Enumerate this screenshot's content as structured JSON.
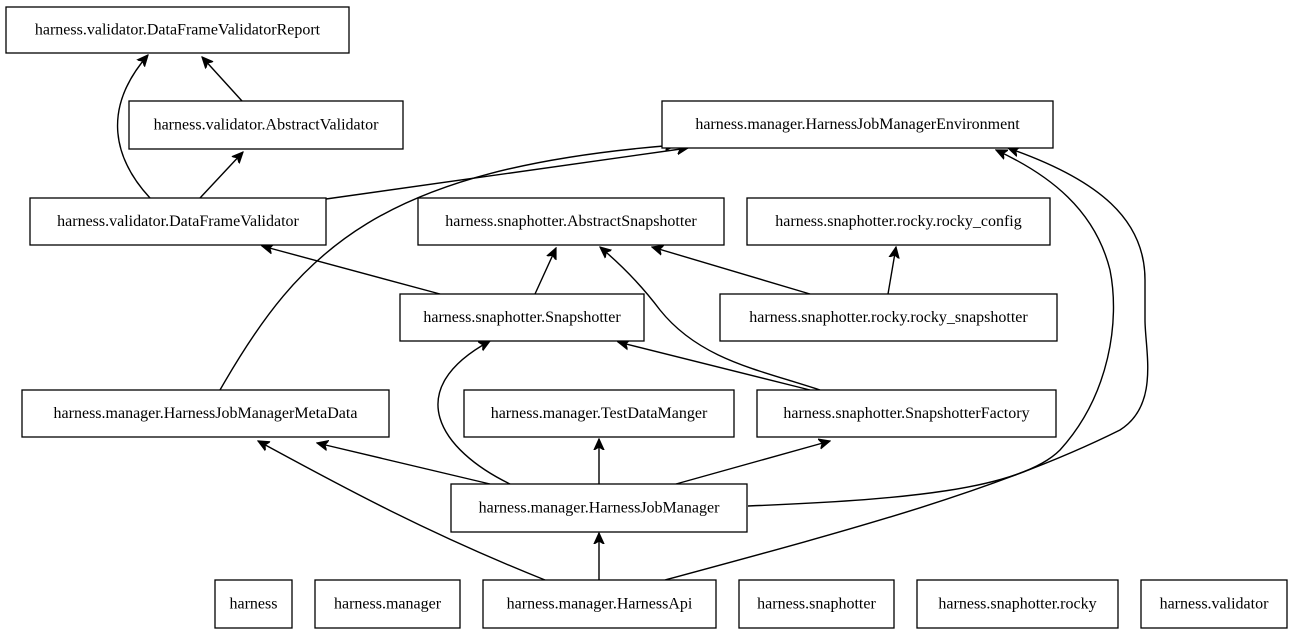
{
  "diagram": {
    "nodes": [
      {
        "id": "dfvr",
        "label": "harness.validator.DataFrameValidatorReport"
      },
      {
        "id": "av",
        "label": "harness.validator.AbstractValidator"
      },
      {
        "id": "hjme",
        "label": "harness.manager.HarnessJobManagerEnvironment"
      },
      {
        "id": "dfv",
        "label": "harness.validator.DataFrameValidator"
      },
      {
        "id": "as",
        "label": "harness.snaphotter.AbstractSnapshotter"
      },
      {
        "id": "rc",
        "label": "harness.snaphotter.rocky.rocky_config"
      },
      {
        "id": "snap",
        "label": "harness.snaphotter.Snapshotter"
      },
      {
        "id": "rs",
        "label": "harness.snaphotter.rocky.rocky_snapshotter"
      },
      {
        "id": "hjmmd",
        "label": "harness.manager.HarnessJobManagerMetaData"
      },
      {
        "id": "tdm",
        "label": "harness.manager.TestDataManger"
      },
      {
        "id": "sf",
        "label": "harness.snaphotter.SnapshotterFactory"
      },
      {
        "id": "hjm",
        "label": "harness.manager.HarnessJobManager"
      },
      {
        "id": "pkg_harness",
        "label": "harness"
      },
      {
        "id": "pkg_manager",
        "label": "harness.manager"
      },
      {
        "id": "api",
        "label": "harness.manager.HarnessApi"
      },
      {
        "id": "pkg_snaphotter",
        "label": "harness.snaphotter"
      },
      {
        "id": "pkg_rocky",
        "label": "harness.snaphotter.rocky"
      },
      {
        "id": "pkg_validator",
        "label": "harness.validator"
      }
    ],
    "edges": [
      {
        "from": "av",
        "to": "dfvr"
      },
      {
        "from": "dfv",
        "to": "dfvr"
      },
      {
        "from": "dfv",
        "to": "av"
      },
      {
        "from": "dfv",
        "to": "hjme"
      },
      {
        "from": "hjmmd",
        "to": "hjme"
      },
      {
        "from": "snap",
        "to": "dfv"
      },
      {
        "from": "snap",
        "to": "as"
      },
      {
        "from": "rs",
        "to": "as"
      },
      {
        "from": "rs",
        "to": "rc"
      },
      {
        "from": "sf",
        "to": "as"
      },
      {
        "from": "sf",
        "to": "snap"
      },
      {
        "from": "hjm",
        "to": "snap"
      },
      {
        "from": "hjm",
        "to": "hjmmd"
      },
      {
        "from": "hjm",
        "to": "tdm"
      },
      {
        "from": "hjm",
        "to": "sf"
      },
      {
        "from": "hjm",
        "to": "hjme"
      },
      {
        "from": "api",
        "to": "hjm"
      },
      {
        "from": "api",
        "to": "hjmmd"
      },
      {
        "from": "api",
        "to": "hjme"
      }
    ]
  }
}
